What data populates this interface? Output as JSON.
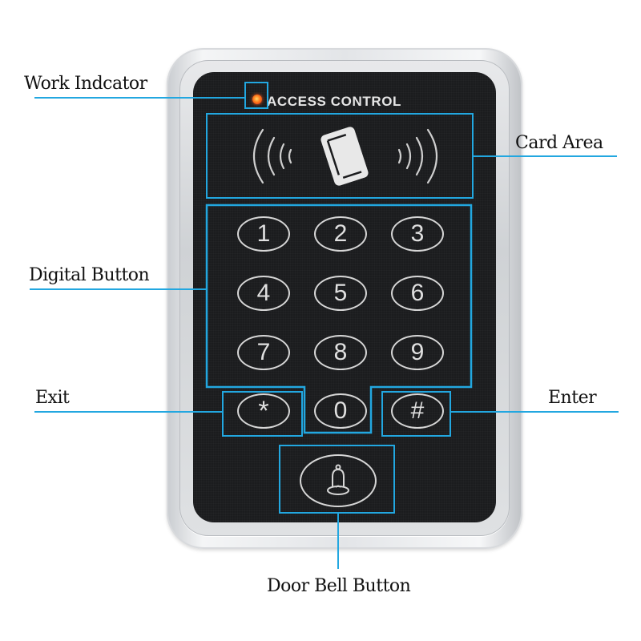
{
  "device": {
    "title": "ACCESS CONTROL",
    "indicator_color": "#ff5a1a",
    "keypad": {
      "digits": [
        "1",
        "2",
        "3",
        "4",
        "5",
        "6",
        "7",
        "8",
        "9"
      ],
      "bottom_row": [
        "*",
        "0",
        "#"
      ],
      "bell_icon": "bell-icon"
    },
    "card_icon": "rfid-card-icon"
  },
  "callouts": {
    "work_indicator": "Work Indcator",
    "card_area": "Card Area",
    "digital_button": "Digital Button",
    "exit": "Exit",
    "enter": "Enter",
    "door_bell_button": "Door Bell Button"
  },
  "colors": {
    "callout_line": "#22a7e0",
    "panel": "#1b1c1e",
    "housing": "#e3e5e8"
  }
}
